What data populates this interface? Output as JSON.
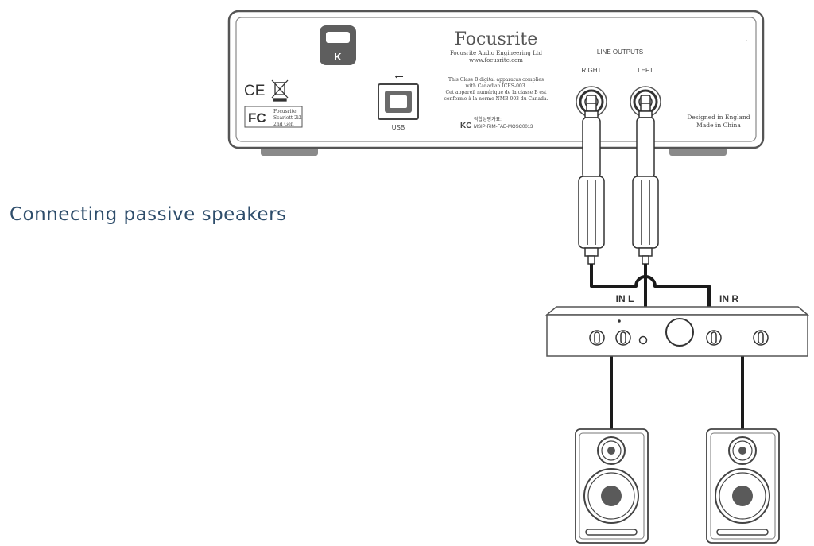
{
  "heading": "Connecting passive speakers",
  "device": {
    "brand": "Focusrite",
    "company": "Focusrite Audio Engineering Ltd",
    "website": "www.focusrite.com",
    "badge_letter": "K",
    "ce_mark": "CE",
    "fcc_logo": "FC",
    "fcc_text": [
      "Focusrite",
      "Scarlett 2i2",
      "2nd Gen"
    ],
    "usb_label": "USB",
    "usb_symbol": "⭠",
    "compliance_text": [
      "This Class B digital apparatus complies",
      "with Canadian ICES-003.",
      "Cet appareil numérique de la classe B est",
      "conforme à la norme NMB-003 du Canada."
    ],
    "kc_mark": "KC",
    "kc_text": [
      "적합성평가표:",
      "MSIP-RIM-FAE-MOSC0013"
    ],
    "line_outputs_label": "LINE OUTPUTS",
    "right_label": "RIGHT",
    "left_label": "LEFT",
    "origin": [
      "Designed in England",
      "Made in China"
    ]
  },
  "amplifier": {
    "in_l_label": "IN L",
    "in_r_label": "IN R"
  },
  "colors": {
    "outline": "#555555",
    "cable": "#1a1a1a",
    "heading": "#2e4d6b",
    "foot": "#8a8a8a",
    "badge": "#5e5e5e"
  }
}
